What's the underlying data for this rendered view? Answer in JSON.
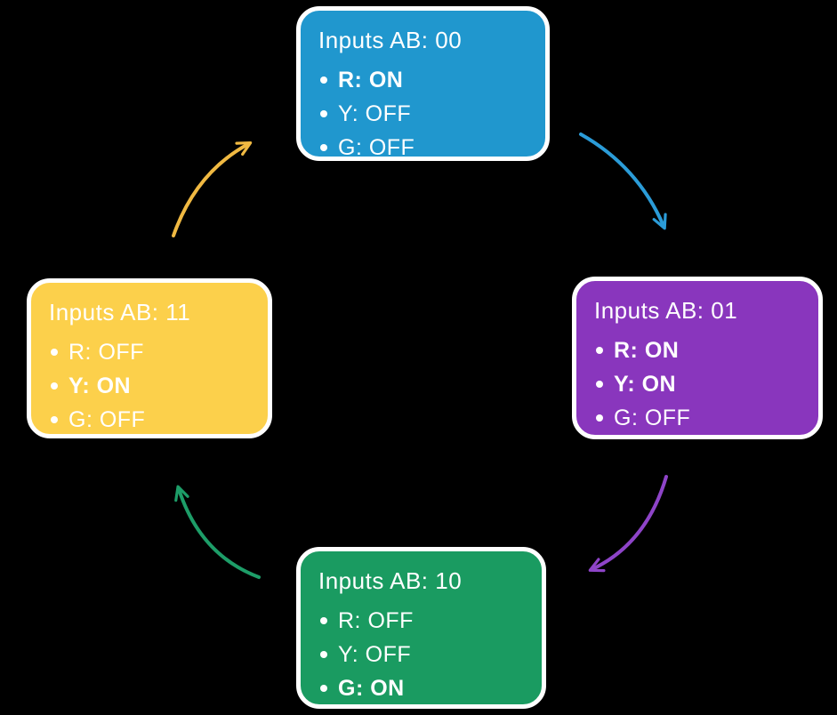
{
  "colors": {
    "background": "#000000",
    "text": "#ffffff",
    "box_border": "#ffffff"
  },
  "states": [
    {
      "key": "00",
      "title": "Inputs AB: 00",
      "color": "#2097ce",
      "outputs": [
        {
          "text": "R: ON",
          "bold": true
        },
        {
          "text": "Y: OFF",
          "bold": false
        },
        {
          "text": "G: OFF",
          "bold": false
        }
      ]
    },
    {
      "key": "01",
      "title": "Inputs AB: 01",
      "color": "#8936bd",
      "outputs": [
        {
          "text": "R: ON",
          "bold": true
        },
        {
          "text": "Y: ON",
          "bold": true
        },
        {
          "text": "G: OFF",
          "bold": false
        }
      ]
    },
    {
      "key": "10",
      "title": "Inputs AB: 10",
      "color": "#1a9b61",
      "outputs": [
        {
          "text": "R: OFF",
          "bold": false
        },
        {
          "text": "Y: OFF",
          "bold": false
        },
        {
          "text": "G: ON",
          "bold": true
        }
      ]
    },
    {
      "key": "11",
      "title": "Inputs AB: 11",
      "color": "#fcd04b",
      "outputs": [
        {
          "text": "R: OFF",
          "bold": false
        },
        {
          "text": "Y: ON",
          "bold": true
        },
        {
          "text": "G: OFF",
          "bold": false
        }
      ]
    }
  ],
  "arrows": [
    {
      "from": "00",
      "to": "01",
      "color": "#2b9cd8"
    },
    {
      "from": "01",
      "to": "10",
      "color": "#8e44c8"
    },
    {
      "from": "10",
      "to": "11",
      "color": "#1d9d68"
    },
    {
      "from": "11",
      "to": "00",
      "color": "#f0b942"
    }
  ]
}
